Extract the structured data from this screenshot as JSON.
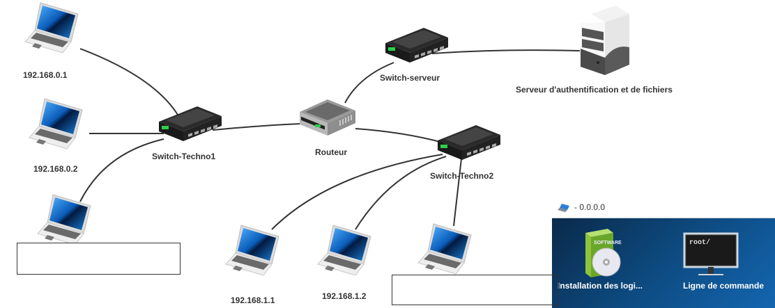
{
  "diagram": {
    "title": "Network topology",
    "nodes": [
      {
        "id": "pc01",
        "type": "laptop",
        "label": "192.168.0.1"
      },
      {
        "id": "pc02",
        "type": "laptop",
        "label": "192.168.0.2"
      },
      {
        "id": "pc03",
        "type": "laptop",
        "label": ""
      },
      {
        "id": "sw1",
        "type": "switch",
        "label": "Switch-Techno1"
      },
      {
        "id": "router",
        "type": "router",
        "label": "Routeur"
      },
      {
        "id": "swsrv",
        "type": "switch",
        "label": "Switch-serveur"
      },
      {
        "id": "server",
        "type": "server",
        "label": "Serveur d'authentification et de fichiers"
      },
      {
        "id": "sw2",
        "type": "switch",
        "label": "Switch-Techno2"
      },
      {
        "id": "pc11",
        "type": "laptop",
        "label": "192.168.1.1"
      },
      {
        "id": "pc12",
        "type": "laptop",
        "label": "192.168.1.2"
      },
      {
        "id": "pc13",
        "type": "laptop",
        "label": ""
      }
    ],
    "links": [
      [
        "pc01",
        "sw1"
      ],
      [
        "pc02",
        "sw1"
      ],
      [
        "pc03",
        "sw1"
      ],
      [
        "sw1",
        "router"
      ],
      [
        "router",
        "swsrv"
      ],
      [
        "swsrv",
        "server"
      ],
      [
        "router",
        "sw2"
      ],
      [
        "sw2",
        "pc11"
      ],
      [
        "sw2",
        "pc12"
      ],
      [
        "sw2",
        "pc13"
      ]
    ]
  },
  "panel": {
    "title": "- 0.0.0.0",
    "title_icon": "laptop-icon",
    "apps": [
      {
        "label": "Installation des logi...",
        "icon": "software-box-icon",
        "box_text": "SOFTWARE"
      },
      {
        "label": "Ligne de commande",
        "icon": "terminal-monitor-icon",
        "screen_text": "root/"
      }
    ]
  },
  "colors": {
    "link": "#333333",
    "label": "#333333",
    "panel_bg": "#0d4a80",
    "screen_blue": "#1a7fd6"
  }
}
